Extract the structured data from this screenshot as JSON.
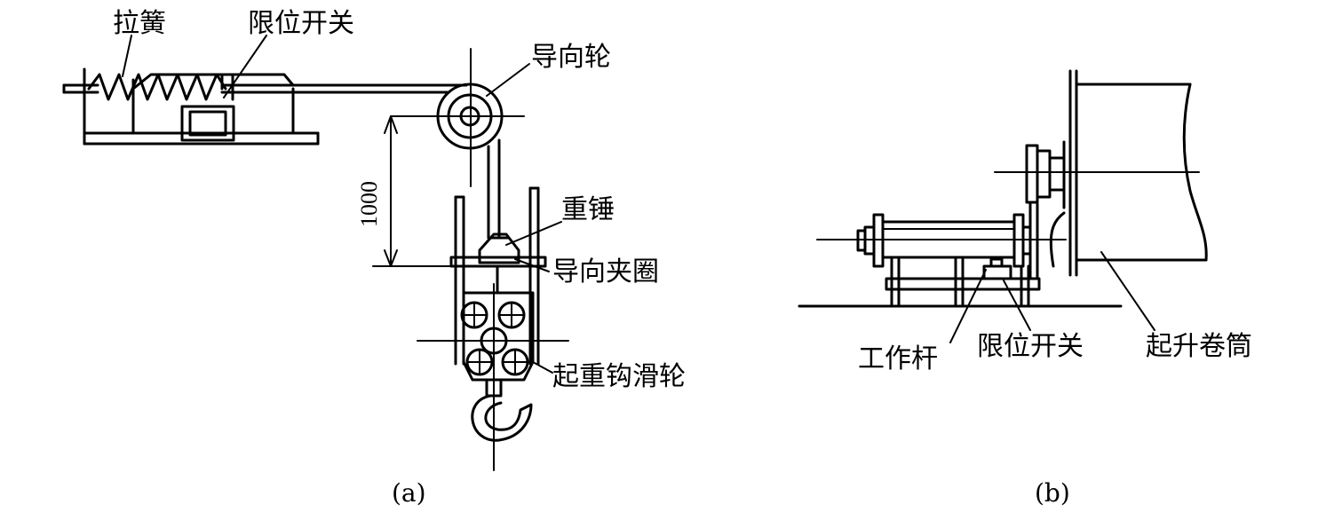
{
  "figure_a": {
    "labels": {
      "spring": "拉簧",
      "limit_switch": "限位开关",
      "guide_wheel": "导向轮",
      "dimension": "1000",
      "weight": "重锤",
      "guide_clamp": "导向夹圈",
      "hook_pulley": "起重钩滑轮"
    },
    "caption": "(a)"
  },
  "figure_b": {
    "labels": {
      "work_rod": "工作杆",
      "limit_switch": "限位开关",
      "hoist_drum": "起升卷筒"
    },
    "caption": "(b)"
  }
}
